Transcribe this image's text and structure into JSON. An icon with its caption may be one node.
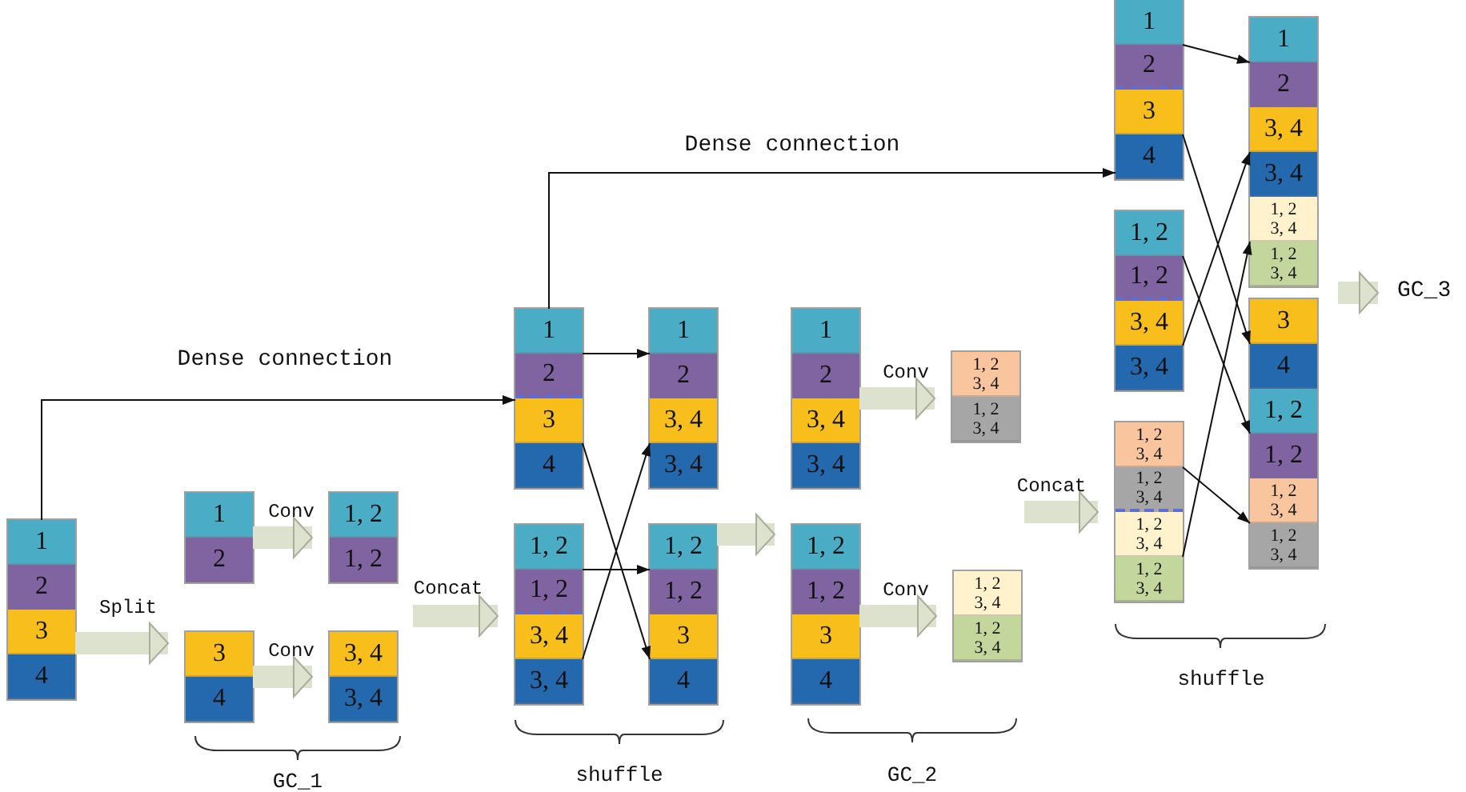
{
  "diagram": {
    "nodes": [
      {
        "text": [],
        "shape": "box"
      },
      {
        "text": [
          "1"
        ],
        "in": 0
      },
      {
        "text": [
          "2"
        ],
        "in": 0
      },
      {
        "text": [
          "3"
        ],
        "in": 0
      },
      {
        "text": [
          "4"
        ],
        "in": 0
      },
      {
        "text": [],
        "shape": "box"
      },
      {
        "text": [
          "1"
        ],
        "in": 5
      },
      {
        "text": [
          "2"
        ],
        "in": 5
      },
      {
        "text": [],
        "shape": "box"
      },
      {
        "text": [
          "3"
        ],
        "in": 8
      },
      {
        "text": [
          "4"
        ],
        "in": 8
      },
      {
        "text": [],
        "shape": "box"
      },
      {
        "text": [
          "1, 2"
        ],
        "in": 11
      },
      {
        "text": [
          "1, 2"
        ],
        "in": 11
      },
      {
        "text": [],
        "shape": "box"
      },
      {
        "text": [
          "3, 4"
        ],
        "in": 14
      },
      {
        "text": [
          "3, 4"
        ],
        "in": 14
      },
      {
        "text": [],
        "shape": "box"
      },
      {
        "text": [
          "1"
        ],
        "in": 17
      },
      {
        "text": [
          "2"
        ],
        "in": 17
      },
      {
        "text": [
          "3"
        ],
        "in": 17
      },
      {
        "text": [
          "4"
        ],
        "in": 17
      },
      {
        "text": [],
        "shape": "box"
      },
      {
        "text": [
          "1, 2"
        ],
        "in": 22
      },
      {
        "text": [
          "1, 2"
        ],
        "in": 22
      },
      {
        "text": [
          "3, 4"
        ],
        "in": 22
      },
      {
        "text": [
          "3, 4"
        ],
        "in": 22
      },
      {
        "text": [],
        "shape": "box"
      },
      {
        "text": [
          "1"
        ],
        "in": 27
      },
      {
        "text": [
          "2"
        ],
        "in": 27
      },
      {
        "text": [
          "3, 4"
        ],
        "in": 27
      },
      {
        "text": [
          "3, 4"
        ],
        "in": 27
      },
      {
        "text": [],
        "shape": "box"
      },
      {
        "text": [
          "1, 2"
        ],
        "in": 32
      },
      {
        "text": [
          "1, 2"
        ],
        "in": 32
      },
      {
        "text": [
          "3"
        ],
        "in": 32
      },
      {
        "text": [
          "4"
        ],
        "in": 32
      },
      {
        "text": [],
        "shape": "box"
      },
      {
        "text": [
          "1"
        ],
        "in": 37
      },
      {
        "text": [
          "2"
        ],
        "in": 37
      },
      {
        "text": [
          "3, 4"
        ],
        "in": 37
      },
      {
        "text": [
          "3, 4"
        ],
        "in": 37
      },
      {
        "text": [],
        "shape": "box"
      },
      {
        "text": [
          "1, 2"
        ],
        "in": 42
      },
      {
        "text": [
          "1, 2"
        ],
        "in": 42
      },
      {
        "text": [
          "3"
        ],
        "in": 42
      },
      {
        "text": [
          "4"
        ],
        "in": 42
      },
      {
        "text": [],
        "shape": "box"
      },
      {
        "text": [
          "1, 2 3, 4"
        ],
        "in": 47
      },
      {
        "text": [
          "1, 2 3, 4"
        ],
        "in": 47
      },
      {
        "text": [],
        "shape": "box"
      },
      {
        "text": [
          "1, 2 3, 4"
        ],
        "in": 50
      },
      {
        "text": [
          "1, 2 3, 4"
        ],
        "in": 50
      },
      {
        "text": [],
        "shape": "box"
      },
      {
        "text": [
          "1"
        ],
        "in": 53
      },
      {
        "text": [
          "2"
        ],
        "in": 53
      },
      {
        "text": [
          "3"
        ],
        "in": 53
      },
      {
        "text": [
          "4"
        ],
        "in": 53
      },
      {
        "text": [],
        "shape": "box"
      },
      {
        "text": [
          "1, 2"
        ],
        "in": 58
      },
      {
        "text": [
          "1, 2"
        ],
        "in": 58
      },
      {
        "text": [
          "3, 4"
        ],
        "in": 58
      },
      {
        "text": [
          "3, 4"
        ],
        "in": 58
      },
      {
        "text": [],
        "shape": "box"
      },
      {
        "text": [
          "1, 2 3, 4"
        ],
        "in": 63
      },
      {
        "text": [
          "1, 2 3, 4"
        ],
        "in": 63
      },
      {
        "text": [
          "1, 2 3, 4"
        ],
        "in": 63
      },
      {
        "text": [
          "1, 2 3, 4"
        ],
        "in": 63
      },
      {
        "text": [],
        "shape": "box"
      },
      {
        "text": [
          "1"
        ],
        "in": 68
      },
      {
        "text": [
          "2"
        ],
        "in": 68
      },
      {
        "text": [
          "3, 4"
        ],
        "in": 68
      },
      {
        "text": [
          "3, 4"
        ],
        "in": 68
      },
      {
        "text": [
          "1, 2 3, 4"
        ],
        "in": 68
      },
      {
        "text": [
          "1, 2 3, 4"
        ],
        "in": 68
      },
      {
        "text": [],
        "shape": "box"
      },
      {
        "text": [
          "3"
        ],
        "in": 75
      },
      {
        "text": [
          "4"
        ],
        "in": 75
      },
      {
        "text": [
          "1, 2"
        ],
        "in": 75
      },
      {
        "text": [
          "1, 2"
        ],
        "in": 75
      },
      {
        "text": [
          "1, 2 3, 4"
        ],
        "in": 75
      },
      {
        "text": [
          "1, 2 3, 4"
        ],
        "in": 75
      },
      {
        "text": [
          "GC_3"
        ]
      }
    ],
    "edges": [
      {
        "from": 0,
        "to": 8,
        "arrow": "to",
        "label": "Split",
        "style": "thick",
        "color": "#dde2cf"
      },
      {
        "from": 5,
        "to": 11,
        "arrow": "to",
        "label": "Conv",
        "style": "thick",
        "color": "#dde2cf"
      },
      {
        "from": 8,
        "to": 14,
        "arrow": "to",
        "label": "Conv",
        "style": "thick",
        "color": "#dde2cf"
      },
      {
        "from": 0,
        "to": 17,
        "arrow": "to",
        "label": "Dense connection"
      },
      {
        "from": null,
        "to": 22,
        "arrow": "to",
        "label": "Concat",
        "style": "thick",
        "color": "#dde2cf"
      },
      {
        "from": 17,
        "to": 27,
        "arrow": "to"
      },
      {
        "from": 17,
        "to": 32,
        "arrow": "to"
      },
      {
        "from": 22,
        "to": 32,
        "arrow": "to"
      },
      {
        "from": 22,
        "to": 27,
        "arrow": "to"
      },
      {
        "from": 32,
        "to": 42,
        "arrow": "to",
        "style": "thick",
        "color": "#dde2cf"
      },
      {
        "from": 37,
        "to": 47,
        "arrow": "to",
        "label": "Conv",
        "style": "thick",
        "color": "#dde2cf"
      },
      {
        "from": 42,
        "to": 50,
        "arrow": "to",
        "label": "Conv",
        "style": "thick",
        "color": "#dde2cf"
      },
      {
        "from": 17,
        "to": 53,
        "arrow": "to",
        "label": "Dense connection"
      },
      {
        "from": null,
        "to": 63,
        "arrow": "to",
        "label": "Concat",
        "style": "thick",
        "color": "#dde2cf"
      },
      {
        "from": 53,
        "to": 68,
        "arrow": "to"
      },
      {
        "from": 53,
        "to": 75,
        "arrow": "to"
      },
      {
        "from": 58,
        "to": 75,
        "arrow": "to"
      },
      {
        "from": 58,
        "to": 68,
        "arrow": "to"
      },
      {
        "from": 63,
        "to": 75,
        "arrow": "to"
      },
      {
        "from": 63,
        "to": 68,
        "arrow": "to"
      },
      {
        "from": null,
        "to": 82,
        "arrow": "to",
        "style": "thick",
        "color": "#dde2cf"
      }
    ],
    "labels": [
      "GC_1",
      "shuffle",
      "GC_2",
      "shuffle"
    ]
  }
}
